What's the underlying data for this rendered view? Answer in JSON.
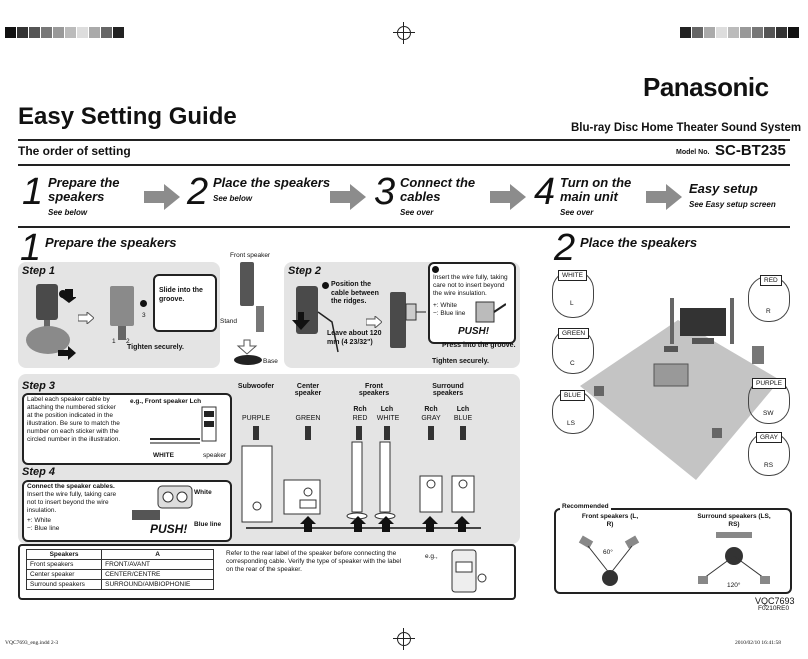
{
  "header": {
    "brand": "Panasonic",
    "title": "Easy Setting Guide",
    "subtitle": "Blu-ray Disc Home Theater Sound System",
    "order_heading": "The order of setting",
    "model_label": "Model No.",
    "model": "SC-BT235"
  },
  "steps": [
    {
      "num": "1",
      "title": "Prepare the speakers",
      "sub": "See below"
    },
    {
      "num": "2",
      "title": "Place the speakers",
      "sub": "See below"
    },
    {
      "num": "3",
      "title": "Connect the cables",
      "sub": "See over"
    },
    {
      "num": "4",
      "title": "Turn on the main unit",
      "sub": "See over"
    },
    {
      "num": "",
      "title": "Easy setup",
      "sub": "See Easy setup screen"
    }
  ],
  "section1": {
    "num": "1",
    "title": "Prepare the speakers",
    "step1": {
      "label": "Step 1",
      "front_speaker": "Front speaker",
      "stand": "Stand",
      "base": "Base",
      "slide": "Slide into the groove.",
      "tighten": "Tighten securely.",
      "n1": "1",
      "n2": "2",
      "n3": "3"
    },
    "step2": {
      "label": "Step 2",
      "position": "Position the cable between the ridges.",
      "leave": "Leave about 120 mm (4 23/32\")",
      "insert": "Insert the wire fully, taking care not to insert beyond the wire insulation.",
      "white": "+: White",
      "blue": "−: Blue line",
      "push": "PUSH!",
      "press": "Press into the groove.",
      "tighten": "Tighten securely."
    },
    "step3": {
      "label": "Step 3",
      "instructions": "Label each speaker cable by attaching the numbered sticker at the position indicated in the illustration. Be sure to match the number on each sticker with the circled number in the illustration.",
      "example": "e.g., Front speaker Lch",
      "white": "WHITE",
      "speaker": "speaker"
    },
    "step4": {
      "label": "Step 4",
      "heading": "Connect the speaker cables.",
      "instructions": "Insert the wire fully, taking care not to insert beyond the wire insulation.",
      "white": "+: White",
      "blue": "−: Blue line",
      "white_lbl": "White",
      "blue_lbl": "Blue line",
      "push": "PUSH!"
    },
    "columns": [
      {
        "name": "Subwoofer",
        "sub": "",
        "color": "PURPLE"
      },
      {
        "name": "Center speaker",
        "sub": "",
        "color": "GREEN"
      },
      {
        "name": "Front speakers",
        "sub": "Rch",
        "color": "RED"
      },
      {
        "name": "",
        "sub": "Lch",
        "color": "WHITE"
      },
      {
        "name": "Surround speakers",
        "sub": "Rch",
        "color": "GRAY"
      },
      {
        "name": "",
        "sub": "Lch",
        "color": "BLUE"
      }
    ],
    "table": {
      "headers": [
        "Speakers",
        "A"
      ],
      "rows": [
        [
          "Front speakers",
          "FRONT/AVANT"
        ],
        [
          "Center speaker",
          "CENTER/CENTRE"
        ],
        [
          "Surround speakers",
          "SURROUND/AMBIOPHONIE"
        ]
      ]
    },
    "note": "Refer to the rear label of the speaker before connecting the corresponding cable. Verify the type of speaker with the label on the rear of the speaker.",
    "eg": "e.g.,"
  },
  "section2": {
    "num": "2",
    "title": "Place the speakers",
    "tags": [
      {
        "name": "WHITE",
        "letter": "L"
      },
      {
        "name": "RED",
        "letter": "R"
      },
      {
        "name": "GREEN",
        "letter": "C"
      },
      {
        "name": "PURPLE",
        "letter": "SW"
      },
      {
        "name": "BLUE",
        "letter": "LS"
      },
      {
        "name": "GRAY",
        "letter": "RS"
      }
    ],
    "recommended": {
      "label": "Recommended",
      "front": "Front speakers (L, R)",
      "surround": "Surround speakers (LS, RS)",
      "angle1": "60°",
      "angle2": "120°"
    }
  },
  "footer": {
    "code": "VQC7693",
    "code2": "F0210RE0",
    "file": "VQC7693_eng.indd   2-3",
    "date": "2010/02/10   16:41:58"
  },
  "colors": {
    "panel": "#e4e4e4",
    "arrow": "#8c8c8c"
  }
}
